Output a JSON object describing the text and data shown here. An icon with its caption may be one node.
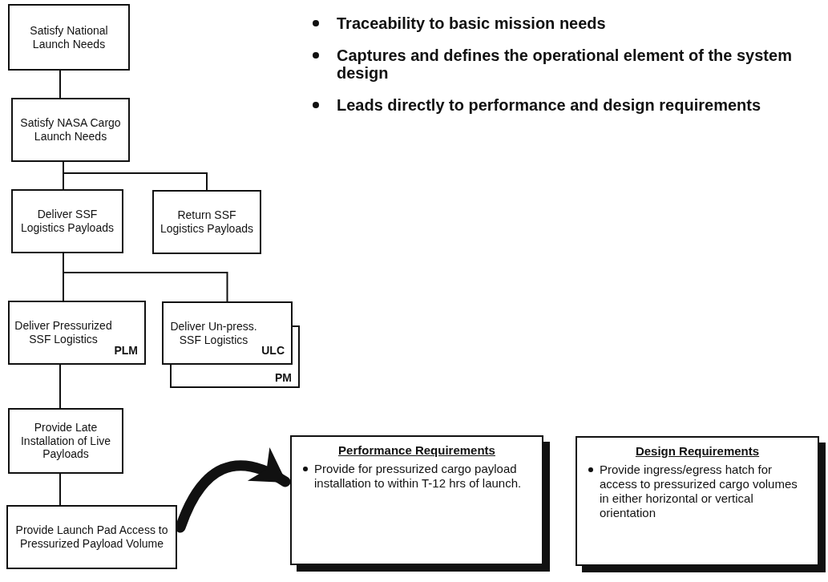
{
  "diagram": {
    "nodes": [
      {
        "text": [
          "Satisfy National Launch Needs"
        ]
      },
      {
        "text": [
          "Satisfy NASA Cargo Launch Needs"
        ]
      },
      {
        "text": [
          "Deliver SSF Logistics Payloads"
        ]
      },
      {
        "text": [
          "Return SSF Logistics Payloads"
        ]
      },
      {
        "text": [
          "Deliver Pressurized SSF Logistics",
          "PLM"
        ]
      },
      {
        "text": [
          "Deliver Un-press. SSF Logistics",
          "ULC"
        ]
      },
      {
        "text": [
          "PM"
        ]
      },
      {
        "text": [
          "Provide Late Installation of Live Payloads"
        ]
      },
      {
        "text": [
          "Provide Launch Pad Access to Pressurized Payload Volume"
        ]
      },
      {
        "text": [
          "Performance Requirements",
          "Provide for pressurized cargo payload installation to within T-12 hrs of launch."
        ]
      },
      {
        "text": [
          "Design Requirements",
          "Provide ingress/egress hatch for access to pressurized cargo volumes in either horizontal or vertical orientation"
        ]
      }
    ],
    "edges": [
      {
        "from": 0,
        "to": 1,
        "arrow": "none"
      },
      {
        "from": 1,
        "to": 2,
        "arrow": "none"
      },
      {
        "from": 1,
        "to": 3,
        "arrow": "none"
      },
      {
        "from": 2,
        "to": 4,
        "arrow": "none"
      },
      {
        "from": 2,
        "to": 5,
        "arrow": "none"
      },
      {
        "from": 4,
        "to": 7,
        "arrow": "none"
      },
      {
        "from": 7,
        "to": 8,
        "arrow": "none"
      },
      {
        "from": 8,
        "to": 9,
        "arrow": "to",
        "style": "thick"
      }
    ],
    "labels": [
      "Traceability to basic mission needs",
      "Captures and defines the operational element of the system design",
      "Leads directly to performance and design requirements"
    ]
  }
}
